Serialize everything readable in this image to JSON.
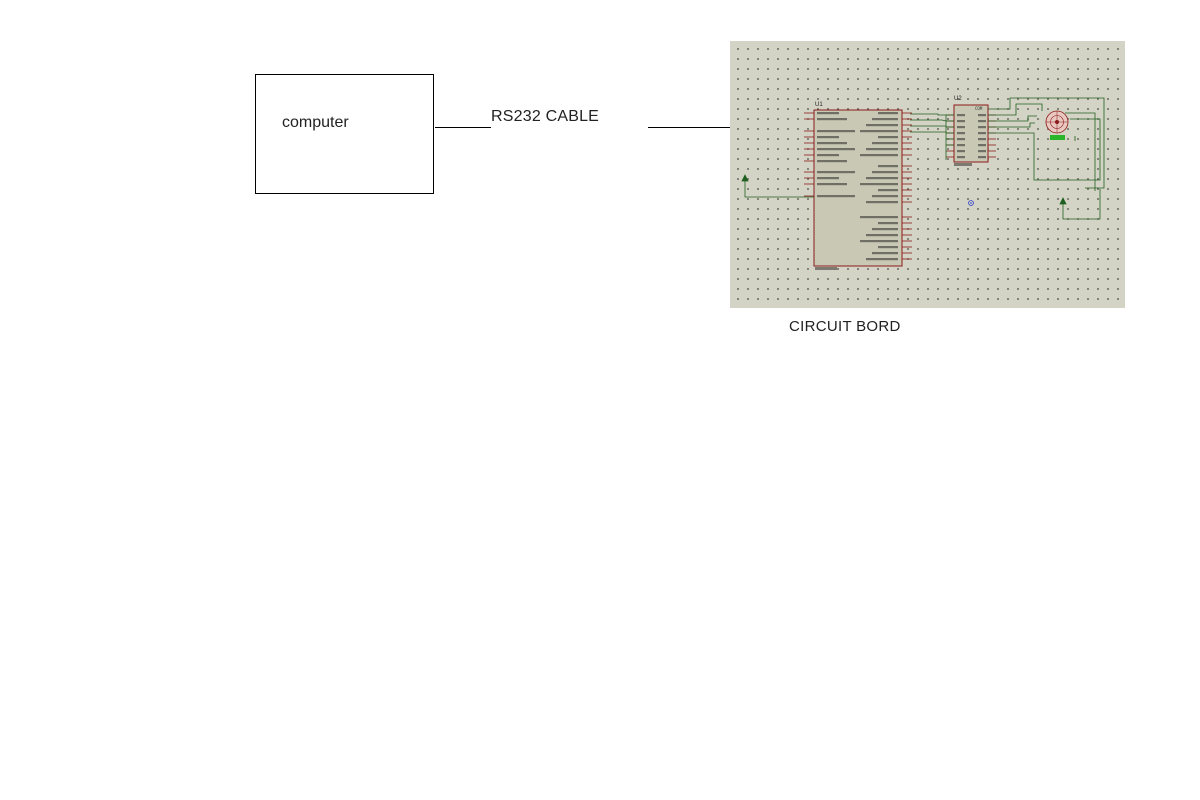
{
  "labels": {
    "computer": "computer",
    "cable": "RS232 CABLE",
    "board": "CIRCUIT BORD"
  },
  "schematic": {
    "u1_ref": "U1",
    "u2_ref": "U2",
    "u2_com": "COM"
  },
  "colors": {
    "board_bg": "#d4d4c6",
    "chip_fill": "#c8c8b4",
    "chip_border": "#8b1a1a",
    "wire": "#1f5f1f",
    "pin": "#8b1a1a"
  }
}
